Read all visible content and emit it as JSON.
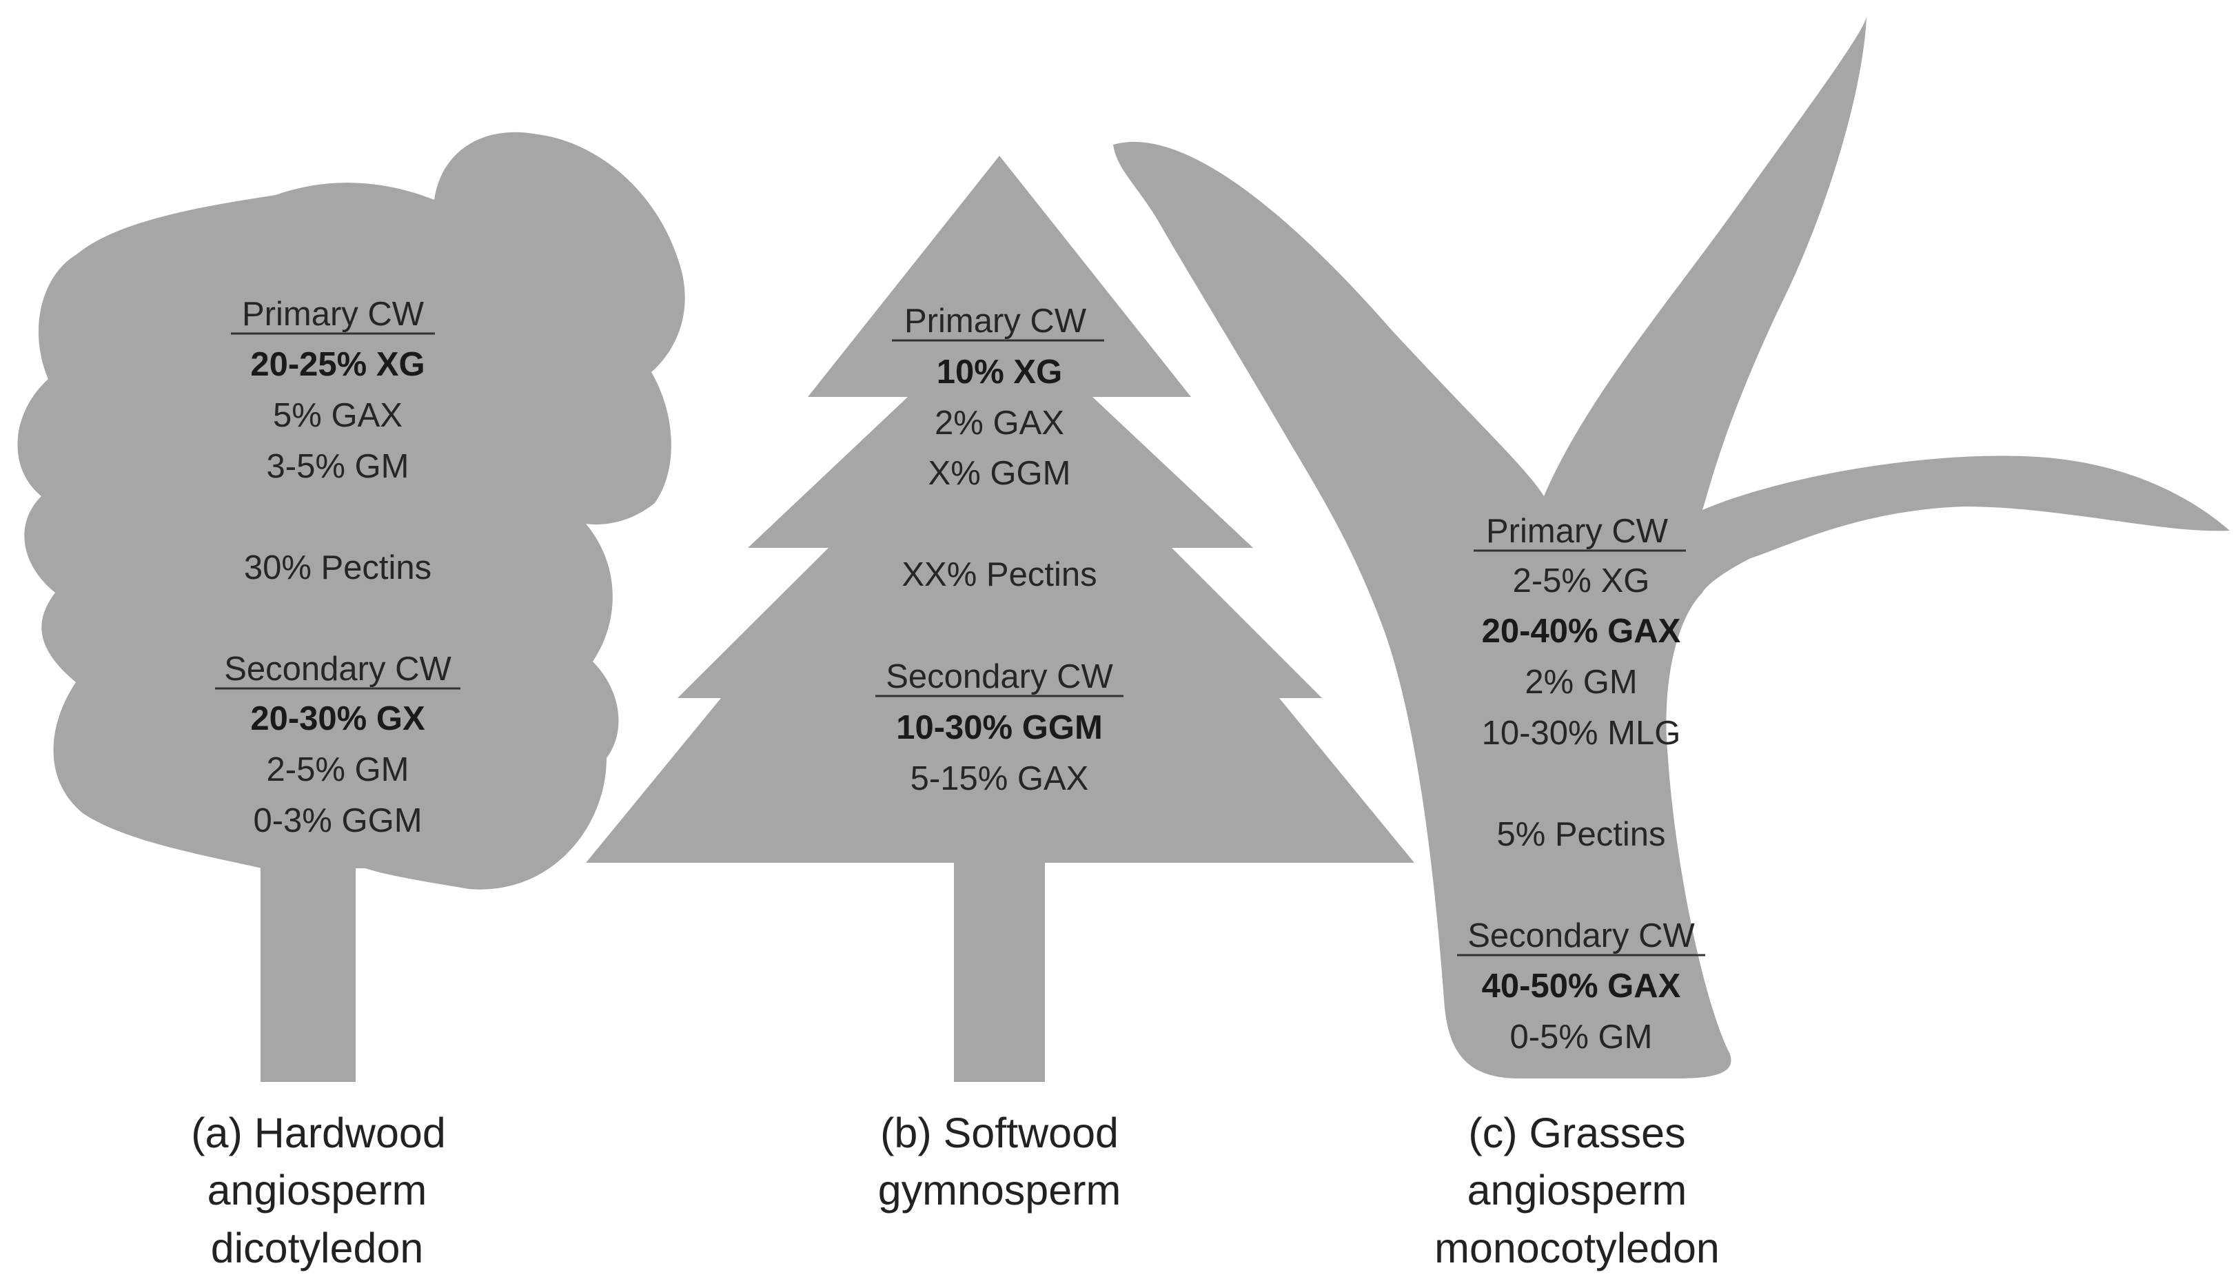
{
  "hardwood": {
    "primary_heading": "Primary CW",
    "primary_items": [
      "20-25% XG",
      "5% GAX",
      "3-5% GM"
    ],
    "pectins": "30% Pectins",
    "secondary_heading": "Secondary CW",
    "secondary_items": [
      "20-30% GX",
      "2-5% GM",
      "0-3% GGM"
    ],
    "caption": [
      "(a)  Hardwood",
      "angiosperm",
      "dicotyledon"
    ]
  },
  "softwood": {
    "primary_heading": "Primary CW",
    "primary_items": [
      "10% XG",
      "2% GAX",
      "X% GGM"
    ],
    "pectins": "XX% Pectins",
    "secondary_heading": "Secondary CW",
    "secondary_items": [
      "10-30% GGM",
      "5-15% GAX"
    ],
    "caption": [
      "(b) Softwood",
      "gymnosperm"
    ]
  },
  "grasses": {
    "primary_heading": "Primary CW",
    "primary_items": [
      "2-5% XG",
      "20-40% GAX",
      "2% GM",
      "10-30% MLG"
    ],
    "pectins": "5% Pectins",
    "secondary_heading": "Secondary CW",
    "secondary_items": [
      "40-50% GAX",
      "0-5% GM"
    ],
    "caption": [
      "(c) Grasses",
      "angiosperm",
      "monocotyledon"
    ]
  },
  "colors": {
    "shape_fill": "#a6a6a6",
    "text": "#262626"
  }
}
